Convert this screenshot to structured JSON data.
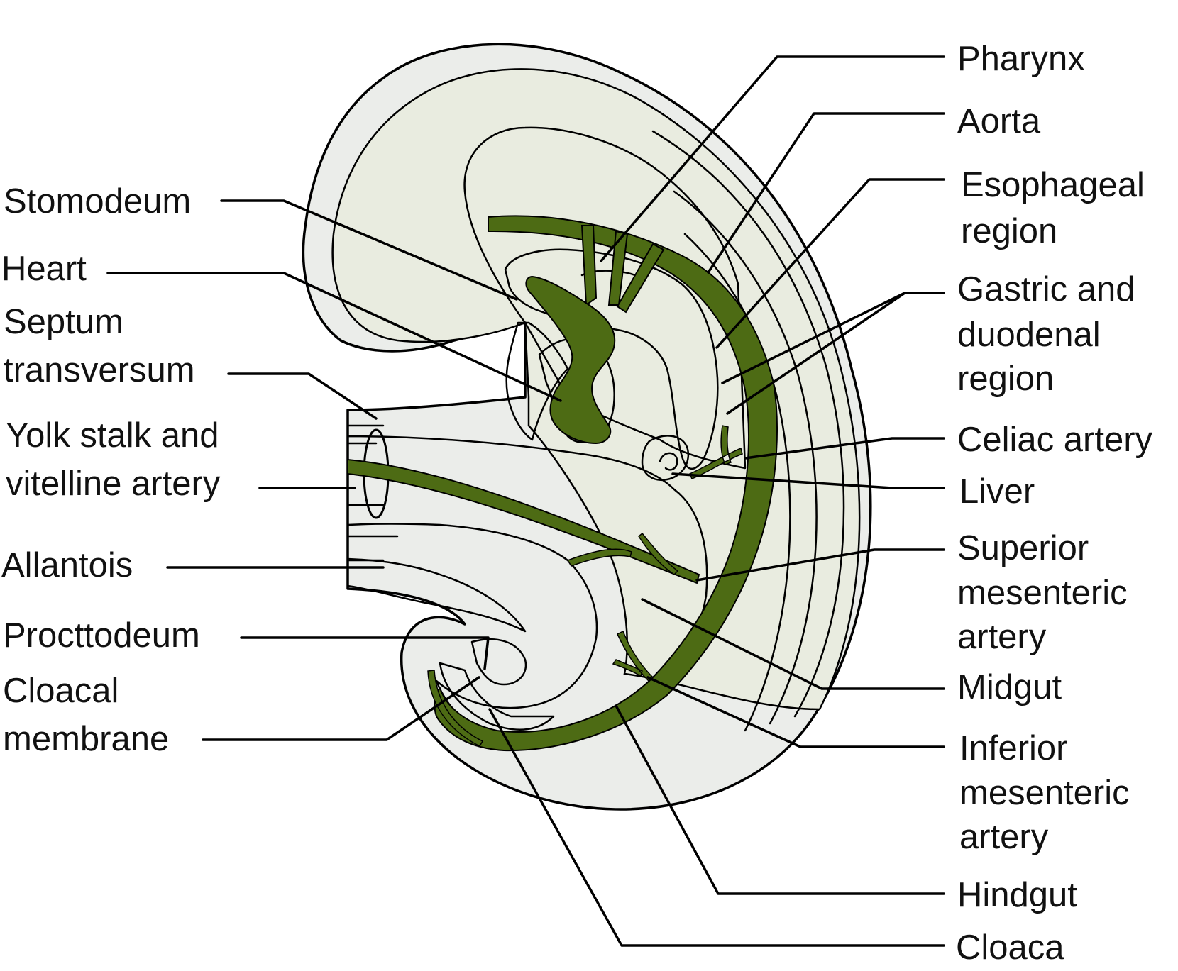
{
  "colors": {
    "outer_tissue": "#ebedea",
    "inner_tissue": "#e9ece0",
    "gut_endoderm": "#dde2cc",
    "vessel": "#4d6b14",
    "cavity": "#ffffff",
    "line": "#000000"
  },
  "labels_left": {
    "stomodeum": "Stomodeum",
    "heart": "Heart",
    "septum_1": "Septum",
    "septum_2": "transversum",
    "yolk_1": "Yolk stalk and",
    "yolk_2": "vitelline artery",
    "allantois": "Allantois",
    "proctodeum": "Procttodeum",
    "cloacal_1": "Cloacal",
    "cloacal_2": "membrane"
  },
  "labels_right": {
    "pharynx": "Pharynx",
    "aorta": "Aorta",
    "esophageal_1": "Esophageal",
    "esophageal_2": "region",
    "gastric_1": "Gastric and",
    "gastric_2": "duodenal",
    "gastric_3": "region",
    "celiac": "Celiac artery",
    "liver": "Liver",
    "sma_1": "Superior",
    "sma_2": "mesenteric",
    "sma_3": "artery",
    "midgut": "Midgut",
    "ima_1": "Inferior",
    "ima_2": "mesenteric",
    "ima_3": "artery",
    "hindgut": "Hindgut",
    "cloaca": "Cloaca"
  }
}
